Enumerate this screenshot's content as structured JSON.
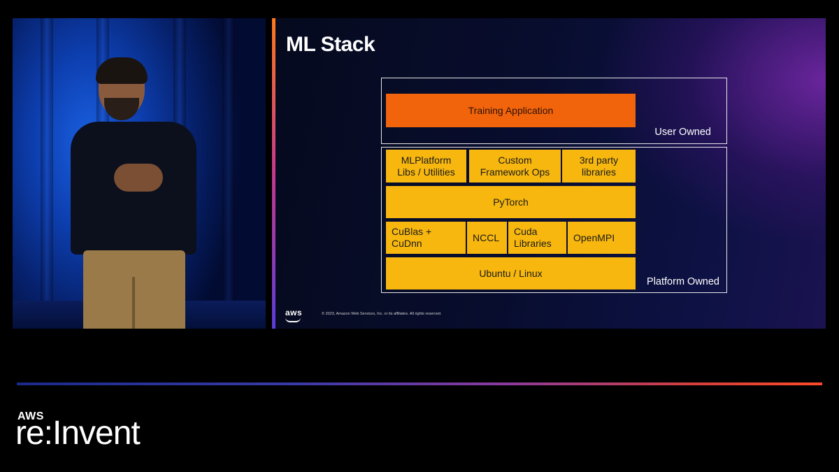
{
  "slide": {
    "title": "ML Stack",
    "user_owned_label": "User Owned",
    "platform_owned_label": "Platform Owned",
    "blocks": {
      "training_application": "Training Application",
      "mlplatform": "MLPlatform\nLibs / Utilities",
      "custom_ops": "Custom\nFramework Ops",
      "third_party": "3rd party\nlibraries",
      "pytorch": "PyTorch",
      "cublas": "CuBlas +\nCuDnn",
      "nccl": "NCCL",
      "cuda": "Cuda\nLibraries",
      "openmpi": "OpenMPI",
      "ubuntu": "Ubuntu / Linux"
    },
    "footer": {
      "logo": "aws",
      "copyright": "© 2023, Amazon Web Services, Inc. or its affiliates. All rights reserved."
    },
    "colors": {
      "orange": "#f2640c",
      "gold": "#f7b70e"
    }
  },
  "brand": {
    "aws": "AWS",
    "reinvent": "re:Invent"
  },
  "video": {
    "description_icon": "speaker-video"
  }
}
